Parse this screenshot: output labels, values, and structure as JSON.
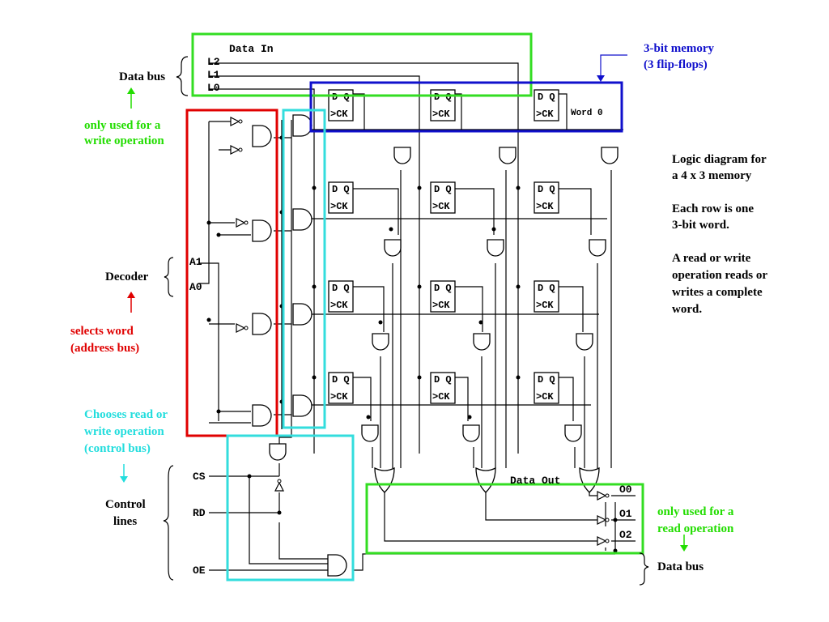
{
  "data_in": {
    "title": "Data In",
    "lines": [
      "L2",
      "L1",
      "L0"
    ]
  },
  "data_out": {
    "title": "Data Out",
    "lines": [
      "O0",
      "O1",
      "O2"
    ]
  },
  "address": [
    "A1",
    "A0"
  ],
  "control_signals": [
    "CS",
    "RD",
    "OE"
  ],
  "flip_flop": {
    "top": "D Q",
    "clock": ">CK"
  },
  "word0_label": "Word 0",
  "annotations": {
    "data_bus_top": "Data bus",
    "write_only": [
      "only used for a",
      "write operation"
    ],
    "decoder": "Decoder",
    "selects_word": [
      "selects word",
      "(address bus)"
    ],
    "chooses_rw": [
      "Chooses read or",
      "write operation",
      "(control bus)"
    ],
    "control_lines": [
      "Control",
      "lines"
    ],
    "memory_3bit": [
      "3-bit memory",
      "(3 flip-flops)"
    ],
    "read_only": [
      "only used for a",
      "read operation"
    ],
    "data_bus_bottom": "Data bus",
    "description": [
      "Logic diagram for",
      "a 4 x 3 memory",
      "",
      "Each row is one",
      "3-bit word.",
      "",
      "A read or write",
      "operation reads or",
      "writes a complete",
      "word."
    ]
  },
  "colors": {
    "decoder_box": "#e00000",
    "data_box": "#33dd22",
    "memory_box": "#1010cc",
    "control_box": "#33dddd",
    "green_text": "#22dd00",
    "blue_text": "#1010cc",
    "red_text": "#e00000",
    "cyan_text": "#22dddd"
  }
}
